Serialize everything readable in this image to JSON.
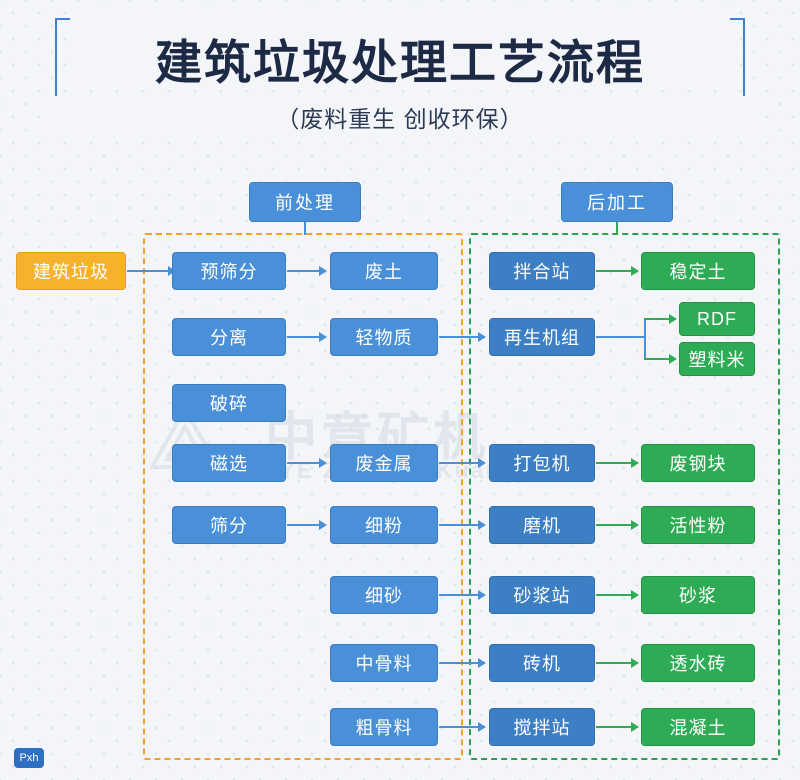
{
  "header": {
    "title": "建筑垃圾处理工艺流程",
    "subtitle": "（废料重生  创收环保）"
  },
  "watermark": {
    "line1": "中意矿机",
    "line2": "ZOONYE  ZhongYi Kuangji"
  },
  "badge": {
    "label": "Pxh"
  },
  "groups": {
    "pre_label": "前处理",
    "post_label": "后加工"
  },
  "nodes": {
    "input": "建筑垃圾",
    "col1": [
      "预筛分",
      "分离",
      "破碎",
      "磁选",
      "筛分"
    ],
    "col2": [
      "废土",
      "轻物质",
      "废金属",
      "细粉",
      "细砂",
      "中骨料",
      "粗骨料"
    ],
    "col3": [
      "拌合站",
      "再生机组",
      "打包机",
      "磨机",
      "砂浆站",
      "砖机",
      "搅拌站"
    ],
    "col4": [
      "稳定土",
      "RDF",
      "塑料米",
      "废钢块",
      "活性粉",
      "砂浆",
      "透水砖",
      "混凝土"
    ]
  },
  "colors": {
    "blue": "#4a90d9",
    "green": "#2eac55",
    "orange": "#f6b22c",
    "frame_pre": "#f0a32a",
    "frame_post": "#2aa050",
    "title": "#1c2a45"
  }
}
